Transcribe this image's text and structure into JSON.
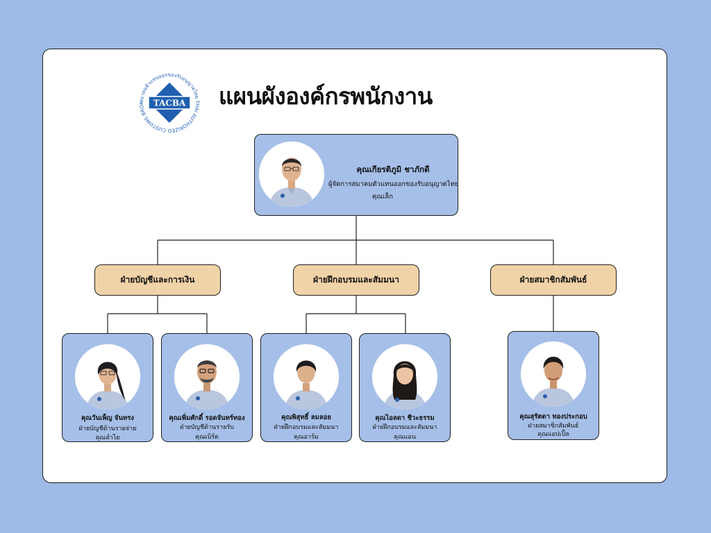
{
  "header": {
    "title": "แผนผังองค์กรพนักงาน",
    "logo": {
      "emblem_text": "TACBA",
      "ring_text": "สมาคมตัวแทนออกของรับอนุญาตไทย THAI AUTHORIZED CUSTOMS BROKERS ASSOCIATION"
    }
  },
  "colors": {
    "background": "#9ebae6",
    "person_box": "#a5bfe8",
    "department_box": "#f1d3a8",
    "logo_blue": "#1f5fb0"
  },
  "head": {
    "name": "คุณเกียรติภูมิ ชาภักดี",
    "role": "ผู้จัดการสมาคมตัวแทนออกของรับอนุญาตไทย",
    "nickname": "คุณเล็ก"
  },
  "departments": [
    {
      "label": "ฝ่ายบัญชีและการเงิน"
    },
    {
      "label": "ฝ่ายฝึกอบรมและสัมมนา"
    },
    {
      "label": "ฝ่ายสมาชิกสัมพันธ์"
    }
  ],
  "staff": [
    {
      "name": "คุณวันเพ็ญ  จันทรง",
      "role": "ฝ่ายบัญชีด้านรายจ่าย",
      "nickname": "คุณลำไย"
    },
    {
      "name": "คุณเพิ่มศักดิ์ รอดจันทร์ทอง",
      "role": "ฝ่ายบัญชีด้านรายรับ",
      "nickname": "คุณเบิร์ด"
    },
    {
      "name": "คุณพิสุทธิ์ ลมลอย",
      "role": "ฝ่ายฝึกอบรมและสัมมนา",
      "nickname": "คุณอาร์ม"
    },
    {
      "name": "คุณไอลดา  ชีวะธรรม",
      "role": "ฝ่ายฝึกอบรมและสัมมนา",
      "nickname": "คุณแอน"
    },
    {
      "name": "คุณสุรัตดา ทองประกอบ",
      "role": "ฝ่ายสมาชิกสัมพันธ์",
      "nickname": "คุณแอปเปิ้ล"
    }
  ]
}
